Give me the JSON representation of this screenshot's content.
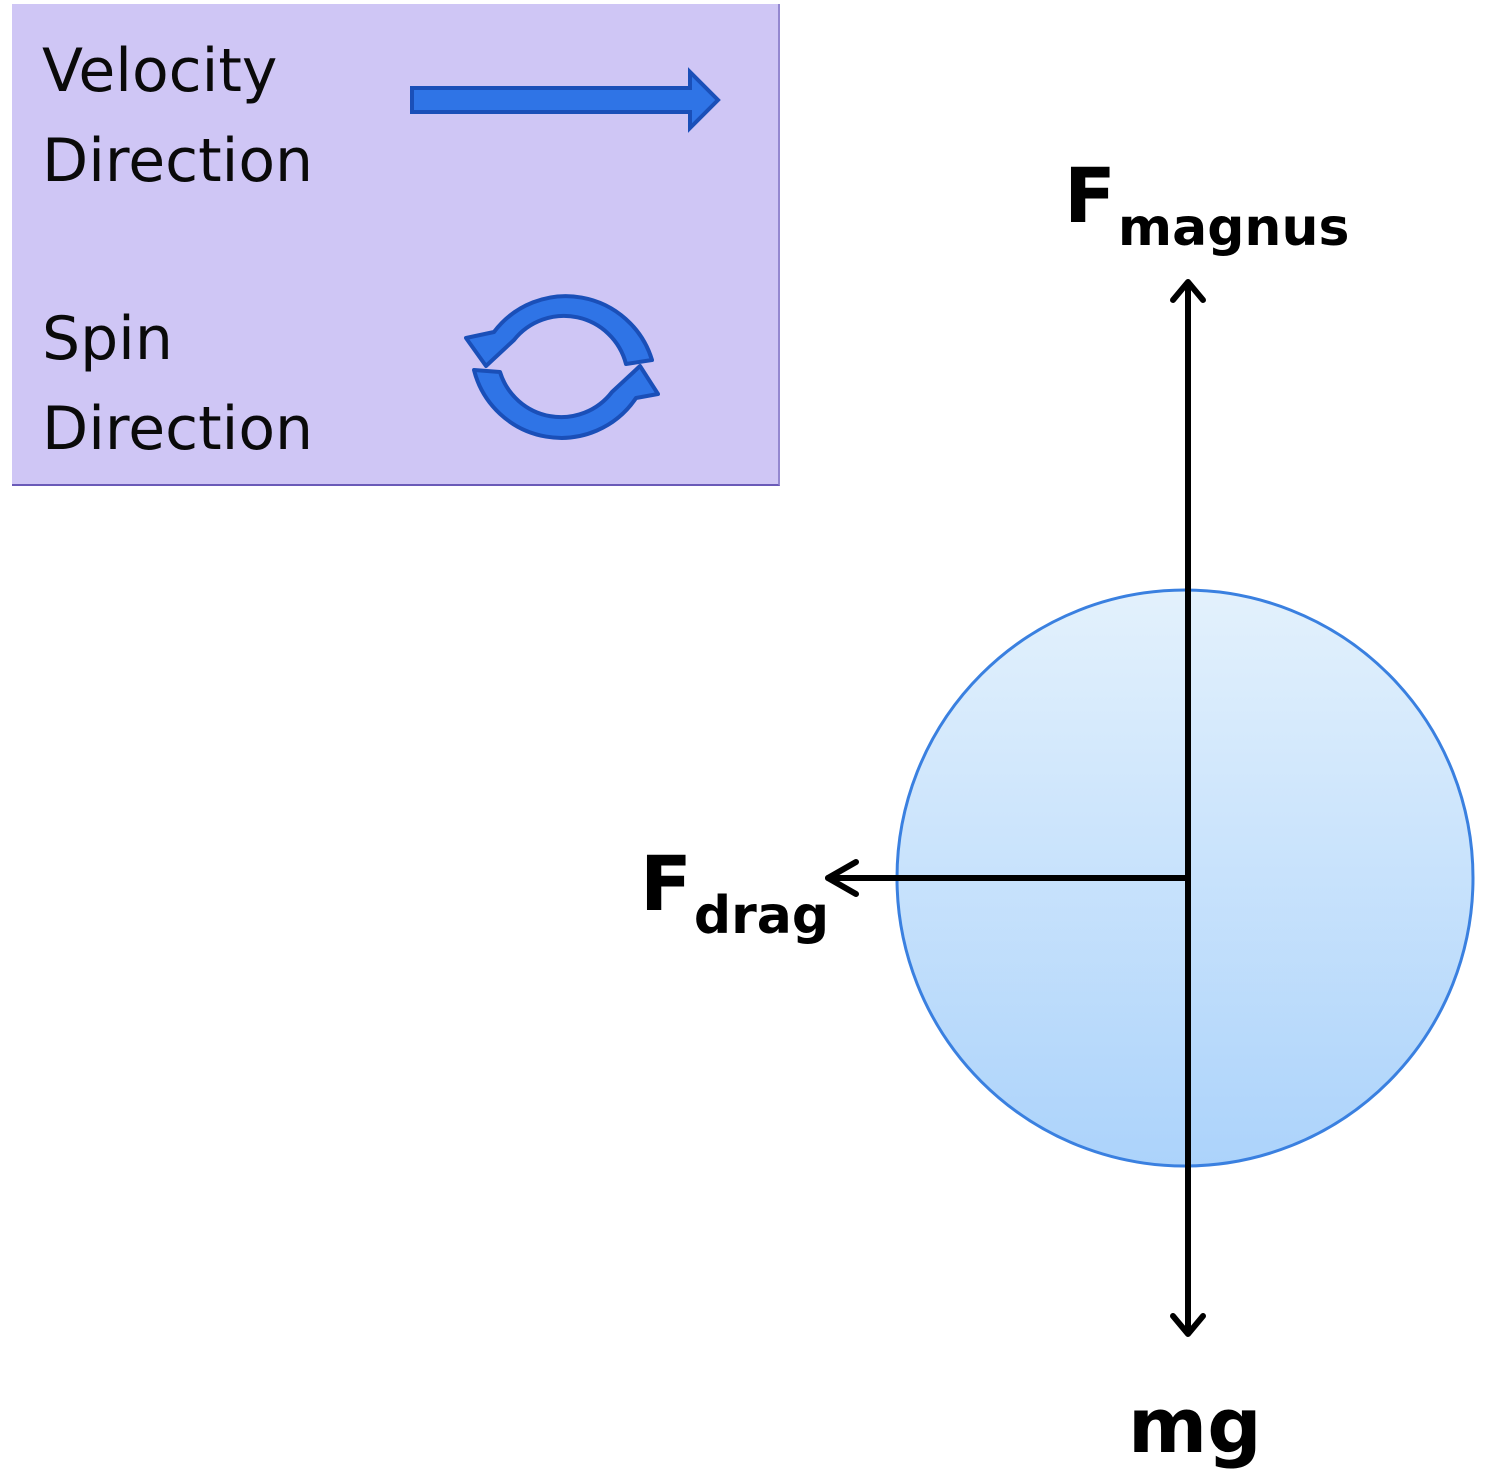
{
  "legend": {
    "velocity_line1": "Velocity",
    "velocity_line2": "Direction",
    "spin_line1": "Spin",
    "spin_line2": "Direction",
    "background_color": "#cfc6f5",
    "arrow_color": "#2f74e6",
    "arrow_outline_color": "#1a4fb8"
  },
  "forces": {
    "magnus_main": "F",
    "magnus_sub": "magnus",
    "drag_main": "F",
    "drag_sub": "drag",
    "gravity": "mg"
  },
  "ball": {
    "fill_top": "#e3f1fc",
    "fill_bottom": "#acd3fb",
    "stroke": "#3a80e0"
  },
  "icons": {
    "velocity": "right-arrow-icon",
    "spin": "circular-arrows-icon"
  }
}
